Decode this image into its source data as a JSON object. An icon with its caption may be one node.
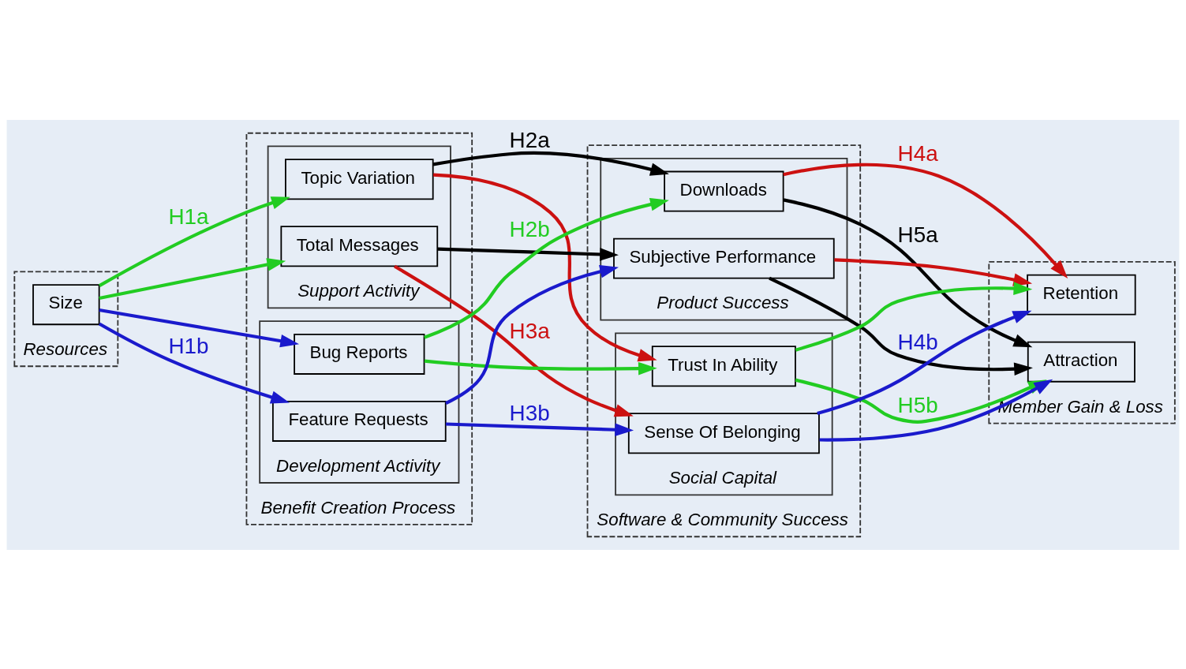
{
  "diagram": {
    "nodes": [
      {
        "text": [
          "Resources"
        ]
      },
      {
        "text": [
          "Size"
        ],
        "in": 0
      },
      {
        "text": [
          "Benefit Creation Process"
        ]
      },
      {
        "text": [
          "Support Activity"
        ],
        "in": 2
      },
      {
        "text": [
          "Topic Variation"
        ],
        "in": 3
      },
      {
        "text": [
          "Total Messages"
        ],
        "in": 3
      },
      {
        "text": [
          "Development Activity"
        ],
        "in": 2
      },
      {
        "text": [
          "Bug Reports"
        ],
        "in": 6
      },
      {
        "text": [
          "Feature Requests"
        ],
        "in": 6
      },
      {
        "text": [
          "Software & Community Success"
        ]
      },
      {
        "text": [
          "Product Success"
        ],
        "in": 9
      },
      {
        "text": [
          "Downloads"
        ],
        "in": 10
      },
      {
        "text": [
          "Subjective Performance"
        ],
        "in": 10
      },
      {
        "text": [
          "Social Capital"
        ],
        "in": 9
      },
      {
        "text": [
          "Trust In Ability"
        ],
        "in": 13
      },
      {
        "text": [
          "Sense Of Belonging"
        ],
        "in": 13
      },
      {
        "text": [
          "Member Gain & Loss"
        ]
      },
      {
        "text": [
          "Attraction"
        ],
        "in": 16
      },
      {
        "text": [
          "Retention"
        ],
        "in": 16
      }
    ],
    "edges": [
      {
        "from": 1,
        "to": 4,
        "arrow": "to",
        "color": "#22cc22",
        "label": "H1a"
      },
      {
        "from": 1,
        "to": 5,
        "arrow": "to",
        "color": "#22cc22"
      },
      {
        "from": 1,
        "to": 7,
        "arrow": "to",
        "color": "#1a1acc"
      },
      {
        "from": 1,
        "to": 8,
        "arrow": "to",
        "color": "#1a1acc",
        "label": "H1b"
      },
      {
        "from": 4,
        "to": 11,
        "arrow": "to",
        "color": "#000000",
        "label": "H2a"
      },
      {
        "from": 5,
        "to": 12,
        "arrow": "to",
        "color": "#000000"
      },
      {
        "from": 4,
        "to": 14,
        "arrow": "to",
        "color": "#cc1111"
      },
      {
        "from": 5,
        "to": 15,
        "arrow": "to",
        "color": "#cc1111",
        "label": "H3a"
      },
      {
        "from": 7,
        "to": 11,
        "arrow": "to",
        "color": "#22cc22",
        "label": "H2b"
      },
      {
        "from": 7,
        "to": 14,
        "arrow": "to",
        "color": "#22cc22"
      },
      {
        "from": 8,
        "to": 12,
        "arrow": "to",
        "color": "#1a1acc"
      },
      {
        "from": 8,
        "to": 15,
        "arrow": "to",
        "color": "#1a1acc",
        "label": "H3b"
      },
      {
        "from": 11,
        "to": 17,
        "arrow": "to",
        "color": "#000000",
        "label": "H5a"
      },
      {
        "from": 12,
        "to": 17,
        "arrow": "to",
        "color": "#000000"
      },
      {
        "from": 11,
        "to": 18,
        "arrow": "to",
        "color": "#cc1111",
        "label": "H4a"
      },
      {
        "from": 12,
        "to": 18,
        "arrow": "to",
        "color": "#cc1111"
      },
      {
        "from": 14,
        "to": 17,
        "arrow": "to",
        "color": "#22cc22",
        "label": "H5b"
      },
      {
        "from": 14,
        "to": 18,
        "arrow": "to",
        "color": "#22cc22"
      },
      {
        "from": 15,
        "to": 17,
        "arrow": "to",
        "color": "#1a1acc"
      },
      {
        "from": 15,
        "to": 18,
        "arrow": "to",
        "color": "#1a1acc",
        "label": "H4b"
      }
    ]
  }
}
